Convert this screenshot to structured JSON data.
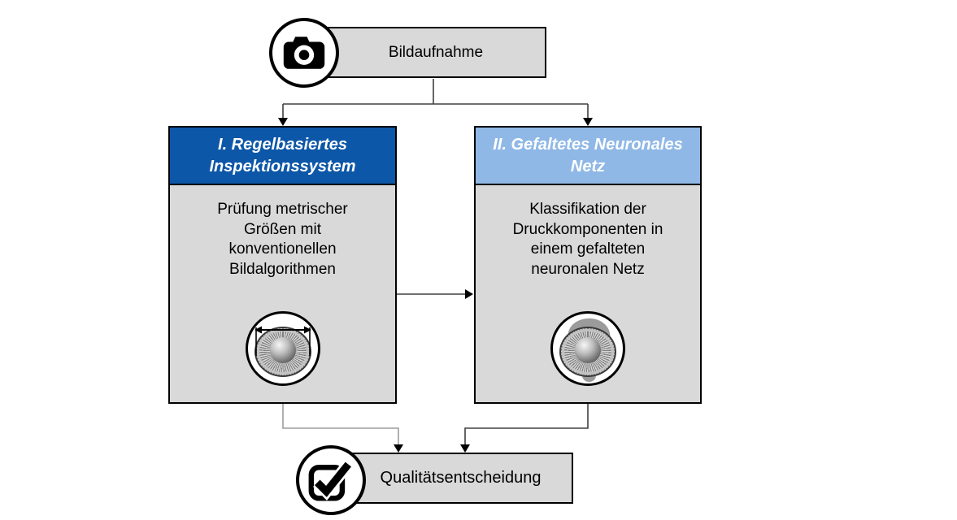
{
  "colors": {
    "box-fill": "#d9d9d9",
    "box-border": "#000000",
    "header-left-fill": "#0d57a8",
    "header-right-fill": "#8fb8e6",
    "header-text": "#ffffff",
    "body-text": "#000000",
    "connector": "#404040",
    "connector-light": "#9d9d9d",
    "image-gray": "#9b9b9b"
  },
  "nodes": {
    "capture": {
      "label": "Bildaufnahme",
      "icon": "camera-icon"
    },
    "rule_based": {
      "title_lines": [
        "I. Regelbasiertes",
        "Inspektionssystem"
      ],
      "body_lines": [
        "Prüfung metrischer",
        "Größen mit",
        "konventionellen",
        "Bildalgorithmen"
      ],
      "image": "impeller-with-measurement-arrow"
    },
    "cnn": {
      "title_lines": [
        "II. Gefaltetes Neuronales",
        "Netz"
      ],
      "body_lines": [
        "Klassifikation der",
        "Druckkomponenten in",
        "einem gefalteten",
        "neuronalen Netz"
      ],
      "image": "impeller-with-question-mark"
    },
    "decision": {
      "label": "Qualitätsentscheidung",
      "icon": "check-icon"
    }
  }
}
